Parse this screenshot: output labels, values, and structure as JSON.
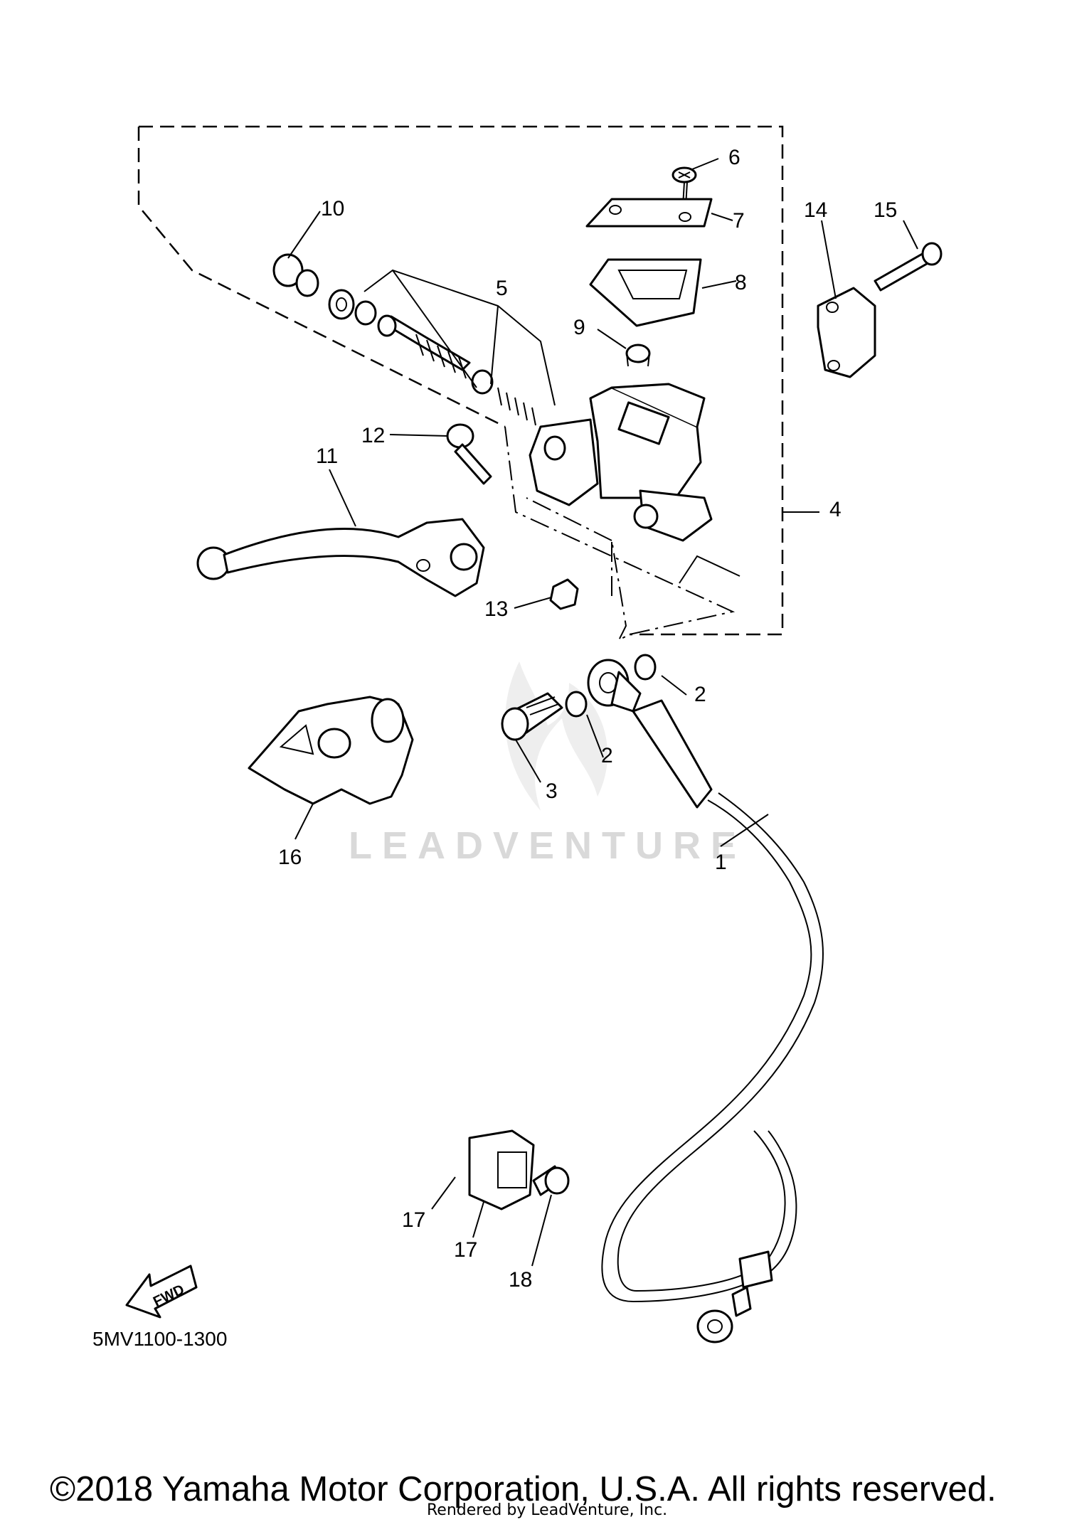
{
  "diagram": {
    "callouts": [
      "1",
      "2",
      "2",
      "3",
      "4",
      "5",
      "6",
      "7",
      "8",
      "9",
      "10",
      "11",
      "12",
      "13",
      "14",
      "15",
      "16",
      "17",
      "17",
      "18"
    ],
    "drawing_code": "5MV1100-1300",
    "fwd_label": "FWD",
    "watermark": "LEADVENTURE",
    "copyright": "©2018 Yamaha Motor Corporation, U.S.A. All rights reserved.",
    "rendered_by": "Rendered by LeadVenture, Inc."
  }
}
